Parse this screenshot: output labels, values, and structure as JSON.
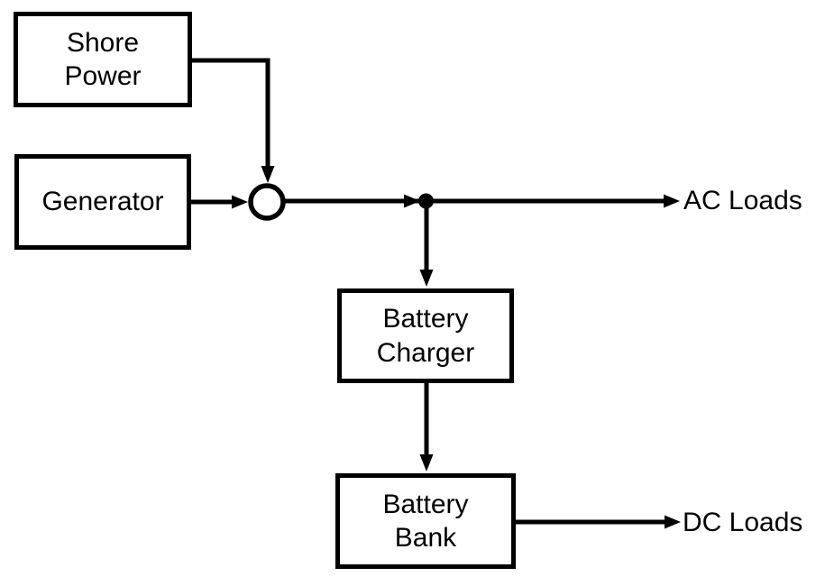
{
  "diagram": {
    "background_color": "#ffffff",
    "line_color": "#000000",
    "box_fill": "#ffffff",
    "nodes": {
      "shore_power": {
        "label": "Shore\nPower",
        "shape": "rectangle"
      },
      "generator": {
        "label": "Generator",
        "shape": "rectangle"
      },
      "battery_charger": {
        "label": "Battery\nCharger",
        "shape": "rectangle"
      },
      "battery_bank": {
        "label": "Battery\nBank",
        "shape": "rectangle"
      },
      "source_selector": {
        "label": "",
        "shape": "circle-junction"
      },
      "ac_bus_tap": {
        "label": "",
        "shape": "filled-dot-junction"
      },
      "ac_loads": {
        "label": "AC Loads",
        "shape": "text"
      },
      "dc_loads": {
        "label": "DC Loads",
        "shape": "text"
      }
    },
    "edges": [
      {
        "from": "shore_power",
        "to": "source_selector",
        "style": "arrow"
      },
      {
        "from": "generator",
        "to": "source_selector",
        "style": "arrow"
      },
      {
        "from": "source_selector",
        "to": "ac_bus_tap",
        "style": "arrow"
      },
      {
        "from": "ac_bus_tap",
        "to": "ac_loads",
        "style": "arrow"
      },
      {
        "from": "ac_bus_tap",
        "to": "battery_charger",
        "style": "arrow"
      },
      {
        "from": "battery_charger",
        "to": "battery_bank",
        "style": "arrow"
      },
      {
        "from": "battery_bank",
        "to": "dc_loads",
        "style": "arrow"
      }
    ]
  }
}
